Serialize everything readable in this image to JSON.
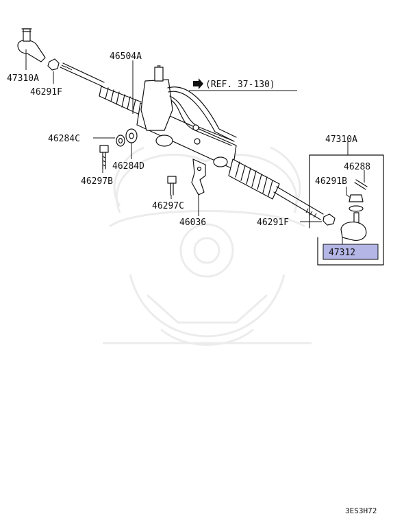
{
  "diagram_code": "3ES3H72",
  "reference": "(REF. 37-130)",
  "highlight_color": "#b4b6e6",
  "parts": {
    "tie_rod_end_left": "47310A",
    "nut_left": "46291F",
    "gear_assembly": "46504A",
    "bushing_upper": "46284C",
    "bushing_lower": "46284D",
    "bolt_left": "46297B",
    "bolt_right": "46297C",
    "clamp": "46036",
    "nut_right": "46291F",
    "tie_rod_end_right": "47310A",
    "cotter_pin": "46288",
    "castle_nut": "46291B",
    "tie_rod_end_highlighted": "47312"
  }
}
